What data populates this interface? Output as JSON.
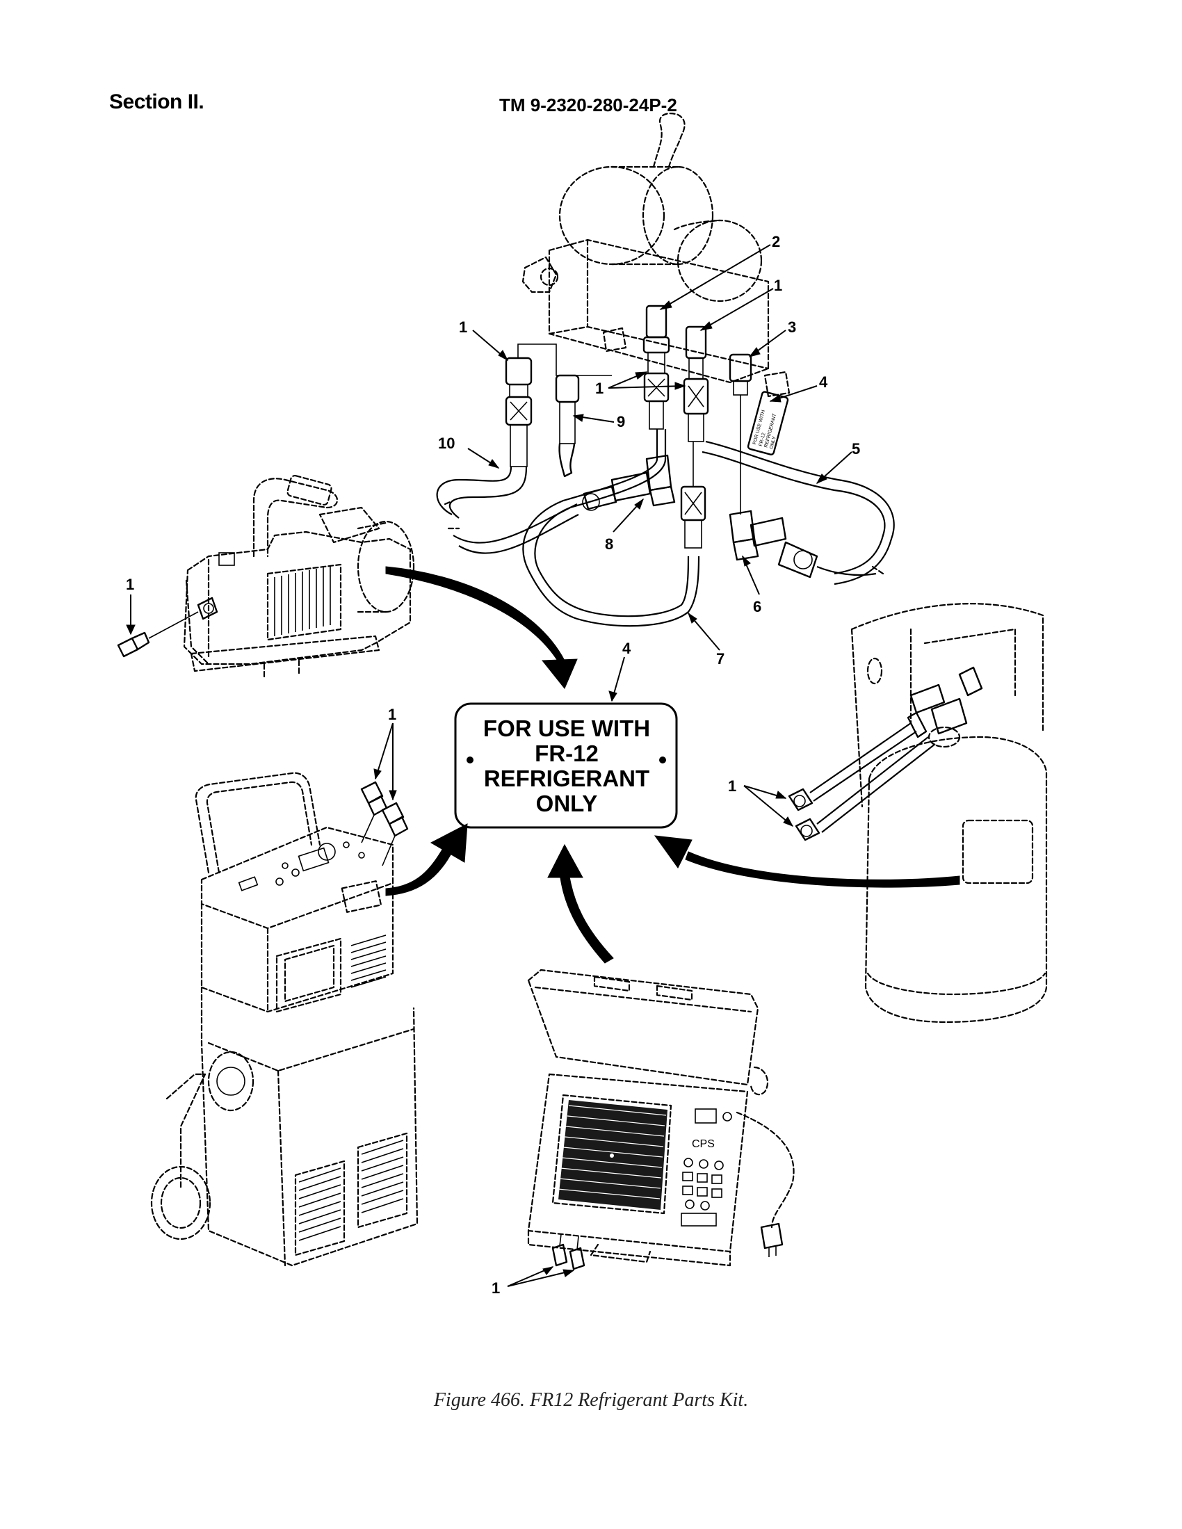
{
  "header": {
    "section": "Section II.",
    "tm_number": "TM 9-2320-280-24P-2"
  },
  "label_plate": {
    "lines": [
      "FOR USE WITH",
      "FR-12",
      "REFRIGERANT",
      "ONLY"
    ]
  },
  "tag_text": [
    "FOR USE WITH",
    "FR-12",
    "REFRIGERANT",
    "ONLY"
  ],
  "recovery_unit_marking": "CPS",
  "callouts": {
    "c1a": "1",
    "c1b": "1",
    "c1c": "1",
    "c1d": "1",
    "c1e": "1",
    "c1f": "1",
    "c1g": "1",
    "c2": "2",
    "c3": "3",
    "c4a": "4",
    "c4b": "4",
    "c5": "5",
    "c6": "6",
    "c7": "7",
    "c8": "8",
    "c9": "9",
    "c10": "10"
  },
  "caption": "Figure 466.  FR12 Refrigerant Parts Kit."
}
